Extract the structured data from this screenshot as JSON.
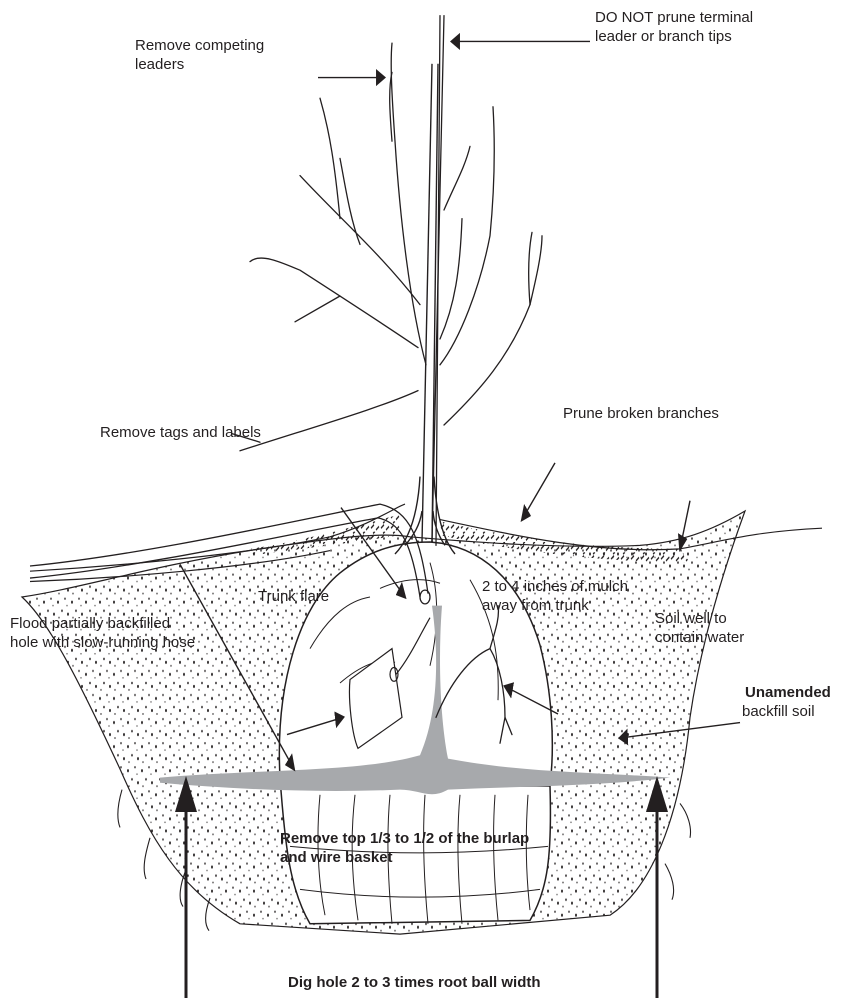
{
  "labels": {
    "competing_leaders": "Remove competing\nleaders",
    "terminal_leader": "DO NOT prune terminal\nleader or branch tips",
    "tags_labels": "Remove tags and labels",
    "broken_branches": "Prune broken branches",
    "trunk_flare": "Trunk flare",
    "mulch": "2 to 4 inches of mulch\naway from trunk",
    "soil_well": "Soil well to\ncontain water",
    "flood": "Flood partially backfilled\nhole with slow-running hose",
    "unamended_bold": "Unamended",
    "unamended_rest": "backfill soil",
    "burlap": "Remove top 1/3 to 1/2 of the burlap\nand wire basket",
    "dig_hole": "Dig hole 2 to 3 times root ball width"
  },
  "colors": {
    "ink": "#231f20",
    "water": "#a7a9ac",
    "soil_dots": "#231f20"
  },
  "icons": {
    "tree": "deciduous-tree-icon",
    "tag": "tag-icon",
    "hose": "hose-icon",
    "root_ball": "burlap-root-ball-icon"
  }
}
